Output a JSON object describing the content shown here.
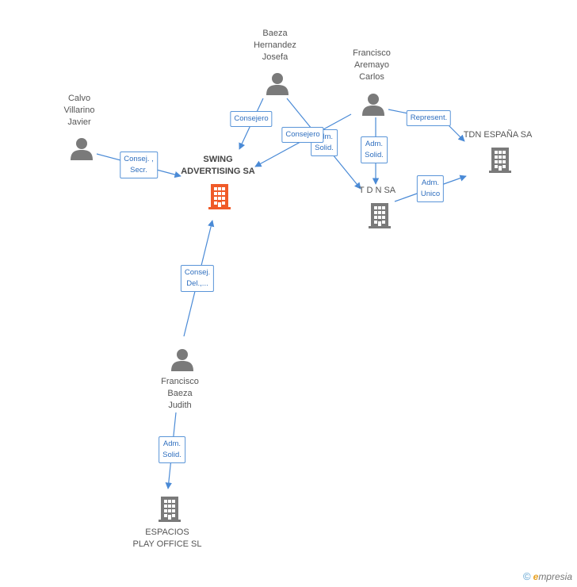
{
  "colors": {
    "edge": "#4a8ad6",
    "person": "#7a7a7a",
    "company": "#7a7a7a",
    "main_company": "#f05a28"
  },
  "nodes": {
    "baeza_hernandez": {
      "label": "Baeza\nHernandez\nJosefa",
      "icon": "person-icon"
    },
    "francisco_aremayo": {
      "label": "Francisco\nAremayo\nCarlos",
      "icon": "person-icon"
    },
    "calvo_villarino": {
      "label": "Calvo\nVillarino\nJavier",
      "icon": "person-icon"
    },
    "swing_advertising": {
      "label": "SWING\nADVERTISING SA",
      "icon": "building-icon"
    },
    "tdn_espana": {
      "label": "TDN ESPAÑA SA",
      "icon": "building-icon"
    },
    "tdn": {
      "label": "T D N SA",
      "icon": "building-icon"
    },
    "francisco_baeza": {
      "label": "Francisco\nBaeza\nJudith",
      "icon": "person-icon"
    },
    "espacios_play": {
      "label": "ESPACIOS\nPLAY OFFICE  SL",
      "icon": "building-icon"
    }
  },
  "edges": {
    "consejero_1": "Consejero",
    "consejero_2": "Consejero",
    "adm_solid_1": "Adm.\nSolid.",
    "adm_solid_2": "Adm.\nSolid.",
    "represent": "Represent.",
    "consej_secr": "Consej. ,\nSecr.",
    "adm_unico": "Adm.\nUnico",
    "consej_del": "Consej.\nDel.,...",
    "adm_solid_3": "Adm.\nSolid."
  },
  "watermark": {
    "symbol": "©",
    "brand_initial": "e",
    "brand_rest": "mpresia"
  }
}
